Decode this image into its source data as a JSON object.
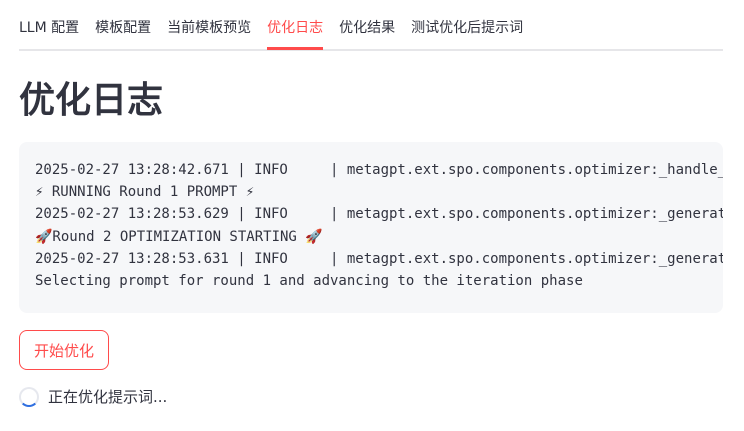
{
  "tabs": [
    {
      "label": "LLM 配置",
      "active": false
    },
    {
      "label": "模板配置",
      "active": false
    },
    {
      "label": "当前模板预览",
      "active": false
    },
    {
      "label": "优化日志",
      "active": true
    },
    {
      "label": "优化结果",
      "active": false
    },
    {
      "label": "测试优化后提示词",
      "active": false
    }
  ],
  "page_title": "优化日志",
  "log_lines": [
    "2025-02-27 13:28:42.671 | INFO     | metagpt.ext.spo.components.optimizer:_handle_",
    "⚡ RUNNING Round 1 PROMPT ⚡",
    "2025-02-27 13:28:53.629 | INFO     | metagpt.ext.spo.components.optimizer:_generat",
    "🚀Round 2 OPTIMIZATION STARTING 🚀",
    "2025-02-27 13:28:53.631 | INFO     | metagpt.ext.spo.components.optimizer:_generat",
    "Selecting prompt for round 1 and advancing to the iteration phase"
  ],
  "start_button": "开始优化",
  "status_text": "正在优化提示词...",
  "colors": {
    "accent": "#ff4b4b",
    "spinner": "#2f6fe0",
    "code_bg": "#f6f7f9"
  }
}
